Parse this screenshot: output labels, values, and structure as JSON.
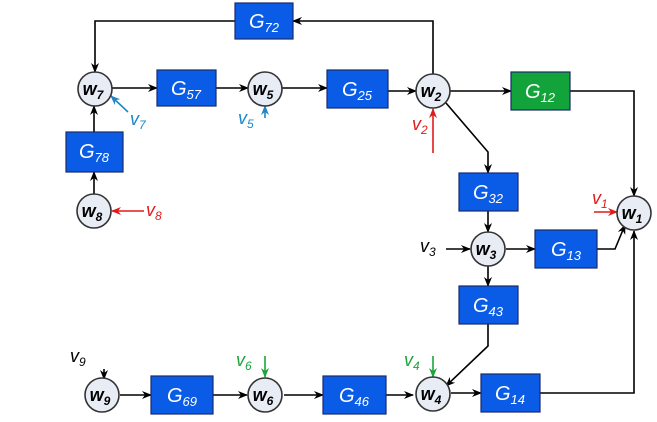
{
  "colors": {
    "block_blue": "#0a5ce6",
    "block_green": "#12a33a",
    "noise_red": "#e01b1b",
    "noise_blue": "#1e86c8",
    "noise_green": "#1fa33d",
    "noise_black": "#000000",
    "node_fill": "#e8ecf4"
  },
  "nodes": [
    {
      "id": "w7",
      "main": "w",
      "sub": "7"
    },
    {
      "id": "w5",
      "main": "w",
      "sub": "5"
    },
    {
      "id": "w2",
      "main": "w",
      "sub": "2"
    },
    {
      "id": "w8",
      "main": "w",
      "sub": "8"
    },
    {
      "id": "w1",
      "main": "w",
      "sub": "1"
    },
    {
      "id": "w3",
      "main": "w",
      "sub": "3"
    },
    {
      "id": "w9",
      "main": "w",
      "sub": "9"
    },
    {
      "id": "w6",
      "main": "w",
      "sub": "6"
    },
    {
      "id": "w4",
      "main": "w",
      "sub": "4"
    }
  ],
  "blocks": [
    {
      "id": "G72",
      "main": "G",
      "sub": "72",
      "color": "blue"
    },
    {
      "id": "G57",
      "main": "G",
      "sub": "57",
      "color": "blue"
    },
    {
      "id": "G25",
      "main": "G",
      "sub": "25",
      "color": "blue"
    },
    {
      "id": "G12",
      "main": "G",
      "sub": "12",
      "color": "green"
    },
    {
      "id": "G78",
      "main": "G",
      "sub": "78",
      "color": "blue"
    },
    {
      "id": "G32",
      "main": "G",
      "sub": "32",
      "color": "blue"
    },
    {
      "id": "G13",
      "main": "G",
      "sub": "13",
      "color": "blue"
    },
    {
      "id": "G43",
      "main": "G",
      "sub": "43",
      "color": "blue"
    },
    {
      "id": "G69",
      "main": "G",
      "sub": "69",
      "color": "blue"
    },
    {
      "id": "G46",
      "main": "G",
      "sub": "46",
      "color": "blue"
    },
    {
      "id": "G14",
      "main": "G",
      "sub": "14",
      "color": "blue"
    }
  ],
  "noise_labels": [
    {
      "id": "v7",
      "main": "v",
      "sub": "7",
      "color": "blue"
    },
    {
      "id": "v5",
      "main": "v",
      "sub": "5",
      "color": "blue"
    },
    {
      "id": "v2",
      "main": "v",
      "sub": "2",
      "color": "red"
    },
    {
      "id": "v8",
      "main": "v",
      "sub": "8",
      "color": "red"
    },
    {
      "id": "v1",
      "main": "v",
      "sub": "1",
      "color": "red"
    },
    {
      "id": "v3",
      "main": "v",
      "sub": "3",
      "color": "black"
    },
    {
      "id": "v9",
      "main": "v",
      "sub": "9",
      "color": "black"
    },
    {
      "id": "v6",
      "main": "v",
      "sub": "6",
      "color": "green"
    },
    {
      "id": "v4",
      "main": "v",
      "sub": "4",
      "color": "green"
    }
  ],
  "edges": [
    {
      "from": "w2",
      "to": "G72"
    },
    {
      "from": "G72",
      "to": "w7"
    },
    {
      "from": "w7",
      "to": "G57"
    },
    {
      "from": "G57",
      "to": "w5"
    },
    {
      "from": "w5",
      "to": "G25"
    },
    {
      "from": "G25",
      "to": "w2"
    },
    {
      "from": "w2",
      "to": "G12"
    },
    {
      "from": "G12",
      "to": "w1"
    },
    {
      "from": "w8",
      "to": "G78"
    },
    {
      "from": "G78",
      "to": "w7"
    },
    {
      "from": "w2",
      "to": "G32"
    },
    {
      "from": "G32",
      "to": "w3"
    },
    {
      "from": "w3",
      "to": "G13"
    },
    {
      "from": "G13",
      "to": "w1"
    },
    {
      "from": "w3",
      "to": "G43"
    },
    {
      "from": "G43",
      "to": "w4"
    },
    {
      "from": "w9",
      "to": "G69"
    },
    {
      "from": "G69",
      "to": "w6"
    },
    {
      "from": "w6",
      "to": "G46"
    },
    {
      "from": "G46",
      "to": "w4"
    },
    {
      "from": "w4",
      "to": "G14"
    },
    {
      "from": "G14",
      "to": "w1"
    }
  ]
}
